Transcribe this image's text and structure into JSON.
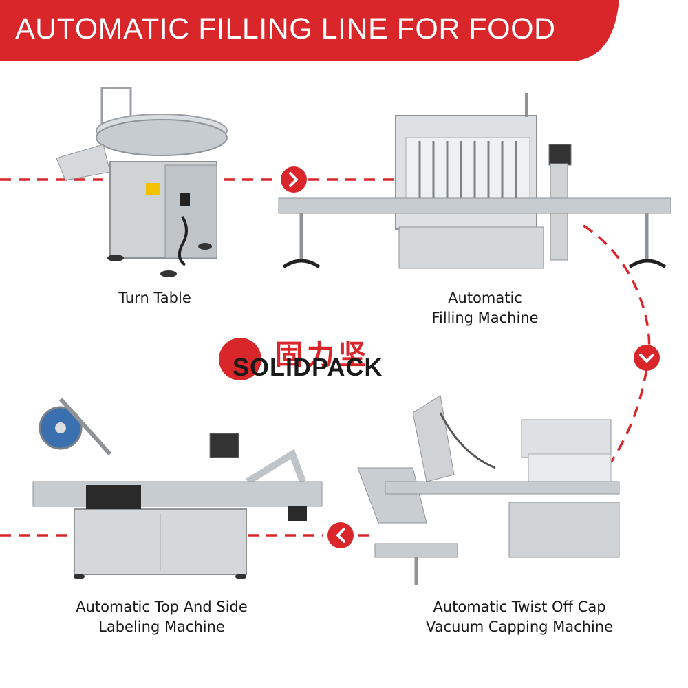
{
  "banner": {
    "title": "AUTOMATIC FILLING LINE FOR FOOD",
    "color": "#d8262a"
  },
  "accent_color": "#d8262a",
  "brand": {
    "chinese": "固力坚",
    "latin": "SOLIDPACK"
  },
  "steps": [
    {
      "label_lines": [
        "Turn Table"
      ],
      "icon": "turntable-machine"
    },
    {
      "label_lines": [
        "Automatic",
        "Filling Machine"
      ],
      "icon": "filling-machine"
    },
    {
      "label_lines": [
        "Automatic Twist Off Cap",
        "Vacuum Capping Machine"
      ],
      "icon": "capping-machine"
    },
    {
      "label_lines": [
        "Automatic Top And Side",
        "Labeling Machine"
      ],
      "icon": "labeling-machine"
    }
  ],
  "flow_arrows": [
    "chevron-right-icon",
    "chevron-down-icon",
    "chevron-left-icon"
  ]
}
